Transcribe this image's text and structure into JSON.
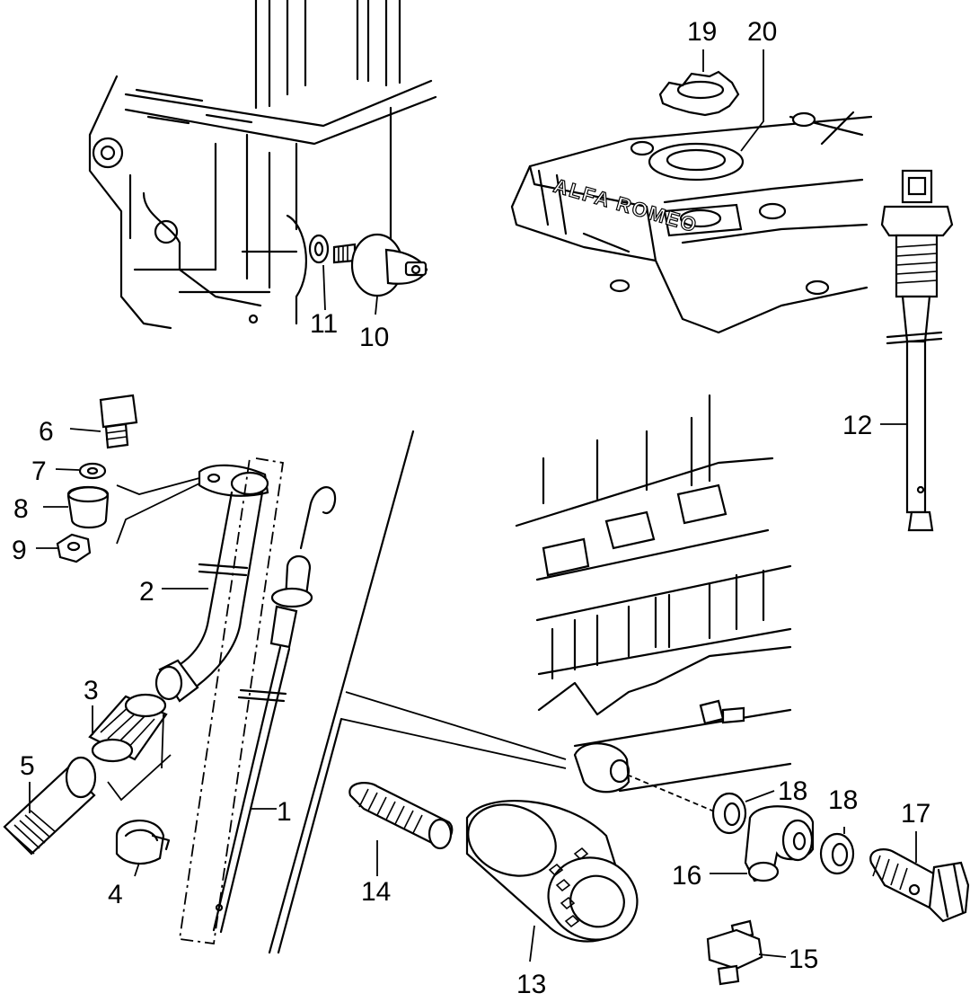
{
  "cover_lettering": "ALFA ROMEO",
  "labels": {
    "p1": "1",
    "p2": "2",
    "p3": "3",
    "p4": "4",
    "p5": "5",
    "p6": "6",
    "p7": "7",
    "p8": "8",
    "p9": "9",
    "p10": "10",
    "p11": "11",
    "p12": "12",
    "p13": "13",
    "p14": "14",
    "p15": "15",
    "p16": "16",
    "p17": "17",
    "p18a": "18",
    "p18b": "18",
    "p19": "19",
    "p20": "20"
  }
}
